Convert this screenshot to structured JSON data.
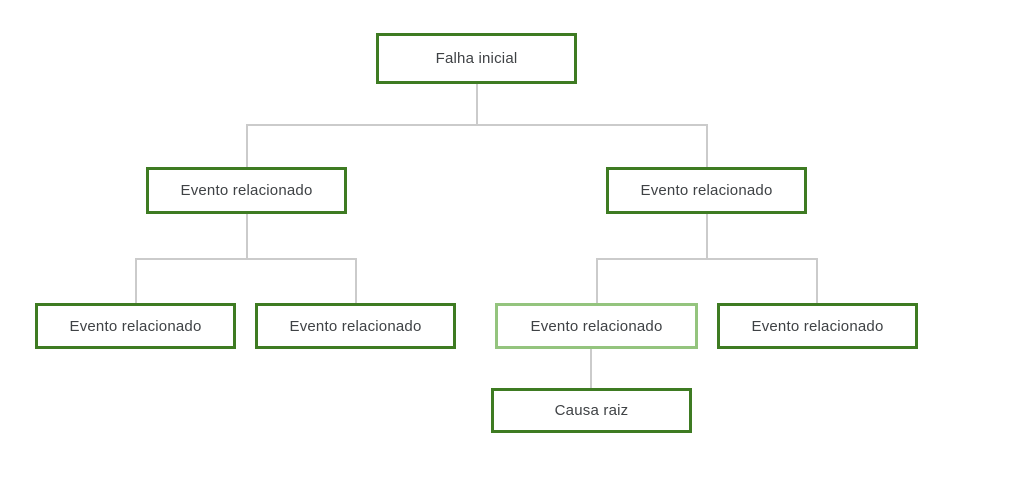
{
  "diagram": {
    "type": "tree",
    "description": "Root cause analysis fault tree",
    "nodes": [
      {
        "id": "root",
        "label": "Falha inicial",
        "level": 1,
        "variant": "default"
      },
      {
        "id": "ev-l",
        "label": "Evento relacionado",
        "level": 2,
        "variant": "default"
      },
      {
        "id": "ev-r",
        "label": "Evento relacionado",
        "level": 2,
        "variant": "default"
      },
      {
        "id": "ev-ll",
        "label": "Evento relacionado",
        "level": 3,
        "variant": "default"
      },
      {
        "id": "ev-lr",
        "label": "Evento relacionado",
        "level": 3,
        "variant": "default"
      },
      {
        "id": "ev-rl",
        "label": "Evento relacionado",
        "level": 3,
        "variant": "highlighted"
      },
      {
        "id": "ev-rr",
        "label": "Evento relacionado",
        "level": 3,
        "variant": "default"
      },
      {
        "id": "causa",
        "label": "Causa raiz",
        "level": 4,
        "variant": "default"
      }
    ],
    "edges": [
      [
        "root",
        "ev-l"
      ],
      [
        "root",
        "ev-r"
      ],
      [
        "ev-l",
        "ev-ll"
      ],
      [
        "ev-l",
        "ev-lr"
      ],
      [
        "ev-r",
        "ev-rl"
      ],
      [
        "ev-r",
        "ev-rr"
      ],
      [
        "ev-rl",
        "causa"
      ]
    ]
  },
  "colors": {
    "box_border": "#3e7b22",
    "box_border_highlight": "#94c47e",
    "connector": "#cbcbcb",
    "text": "#3f4245",
    "background": "#ffffff"
  }
}
